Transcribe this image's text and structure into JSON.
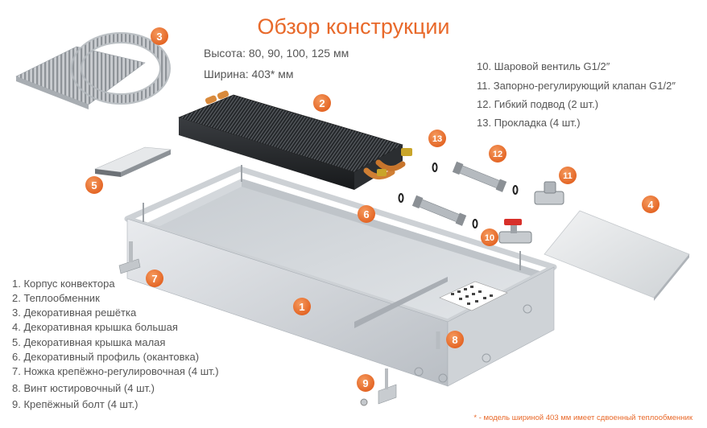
{
  "title": "Обзор конструкции",
  "specs": {
    "height": "Высота: 80, 90, 100, 125 мм",
    "width": "Ширина: 403* мм"
  },
  "parts_right": [
    "10. Шаровой вентиль G1/2″",
    "11. Запорно-регулирующий клапан G1/2″",
    "12. Гибкий подвод (2 шт.)",
    "13. Прокладка (4 шт.)"
  ],
  "parts_left": [
    "1. Корпус конвектора",
    "2. Теплообменник",
    "3. Декоративная решётка",
    "4. Декоративная крышка большая",
    "5. Декоративная крышка малая",
    "6. Декоративный профиль (окантовка)",
    "7. Ножка крепёжно-регулировочная (4 шт.)",
    "8. Винт юстировочный (4 шт.)",
    "9. Крепёжный болт (4 шт.)"
  ],
  "badges": [
    "1",
    "2",
    "3",
    "4",
    "5",
    "6",
    "7",
    "8",
    "9",
    "10",
    "11",
    "12",
    "13"
  ],
  "footnote": "* - модель шириной 403 мм имеет сдвоенный теплообменник",
  "colors": {
    "accent": "#e8692a",
    "text": "#555555"
  }
}
